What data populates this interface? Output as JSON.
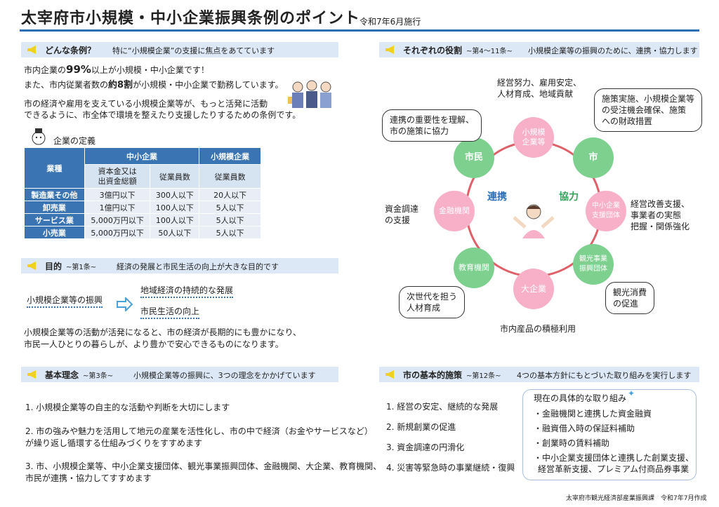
{
  "header": {
    "title": "太宰府市小規模・中小企業振興条例のポイント",
    "enforced": "令和7年6月施行"
  },
  "sec1": {
    "heading": "どんな条例？",
    "desc": "特に“小規模企業”の支援に焦点をあてています",
    "line1a": "市内企業の",
    "line1b": "99%",
    "line1c": "以上が小規模・中小企業です！",
    "line2a": "また、市内従業者数の",
    "line2b": "約8割",
    "line2c": "が小規模・中小企業で勤務しています。",
    "para1": "市の経済や雇用を支えている小規模企業等が、もっと活発に活動",
    "para2": "できるように、市全体で環境を整えたり支援したりするための条例です。"
  },
  "definition": {
    "title": "企業の定義",
    "h_industry": "業種",
    "h_sme": "中小企業",
    "h_small": "小規模企業",
    "h_capital": "資本金又は\n出資金総額",
    "h_emp": "従業員数",
    "h_emp2": "従業員数",
    "rows": [
      {
        "name": "製造業その他",
        "capital": "3億円以下",
        "emp": "300人以下",
        "small": "20人以下"
      },
      {
        "name": "卸売業",
        "capital": "1億円以下",
        "emp": "100人以下",
        "small": "5人以下"
      },
      {
        "name": "サービス業",
        "capital": "5,000万円以下",
        "emp": "100人以下",
        "small": "5人以下"
      },
      {
        "name": "小売業",
        "capital": "5,000万円以下",
        "emp": "50人以下",
        "small": "5人以下"
      }
    ]
  },
  "sec2": {
    "heading": "目的",
    "article": "~第1条~",
    "desc": "経済の発展と市民生活の向上が大きな目的です",
    "from": "小規模企業等の振興",
    "to1": "地域経済の持続的な発展",
    "to2": "市民生活の向上",
    "p1": "小規模企業等の活動が活発になると、市の経済が長期的にも豊かになり、",
    "p2": "市民一人ひとりの暮らしが、より豊かで安心できるものになります。"
  },
  "sec3": {
    "heading": "基本理念",
    "article": "~第3条~",
    "desc": "小規模企業等の振興に、3つの理念をかかげています",
    "i1": "1. 小規模企業等の自主的な活動や判断を大切にします",
    "i2a": "2. 市の強みや魅力を活用して地元の産業を活性化し、市の中で経済（お金やサービスなど）",
    "i2b": "が繰り返し循環する仕組みづくりをすすめます",
    "i3a": "3. 市、小規模企業等、中小企業支援団体、観光事業振興団体、金融機関、大企業、教育機関、",
    "i3b": "市民が連携・協力してすすめます"
  },
  "sec4": {
    "heading": "それぞれの役割",
    "article": "~第4～11条~",
    "desc": "小規模企業等の振興のために、連携・協力します",
    "n_small": "小規模\n企業等",
    "n_city": "市",
    "n_sme": "中小企業\n支援団体",
    "n_tour": "観光事業\n振興団体",
    "n_big": "大企業",
    "n_edu": "教育機関",
    "n_fin": "金融機関",
    "n_citizen": "市民",
    "w_link": "連携",
    "w_coop": "協力",
    "r_small": "経営努力、雇用安定、\n人材育成、地域貢献",
    "r_city": "施策実施、小規模企業等\nの受注機会確保、施策\nへの財政措置",
    "r_sme": "経営改善支援、\n事業者の実態\n把握・関係強化",
    "r_tour": "観光消費\nの促進",
    "r_big": "市内産品の積極利用",
    "r_edu": "次世代を担う\n人材育成",
    "r_fin": "資金調達\nの支援",
    "r_citizen": "連携の重要性を理解、\n市の施策に協力"
  },
  "sec5": {
    "heading": "市の基本的施策",
    "article": "~第12条~",
    "desc": "4つの基本方針にもとづいた取り組みを実行します",
    "p1": "1. 経営の安定、継続的な発展",
    "p2": "2. 新規創業の促進",
    "p3": "3. 資金調達の円滑化",
    "p4": "4. 災害等緊急時の事業継続・復興",
    "m_title": "現在の具体的な取り組み",
    "m1": "・金融機関と連携した資金融資",
    "m2": "・融資借入時の保証料補助",
    "m3": "・創業時の賃料補助",
    "m4a": "・中小企業支援団体と連携した創業支援、",
    "m4b": "経営革新支援、プレミアム付商品券事業"
  },
  "footer": "太宰府市観光経済部産業振興課　令和7年7月作成",
  "colors": {
    "accent": "#2d6fb7",
    "green": "#7ed08f",
    "pink": "#f7b0c8",
    "ring": "#e0606a"
  }
}
